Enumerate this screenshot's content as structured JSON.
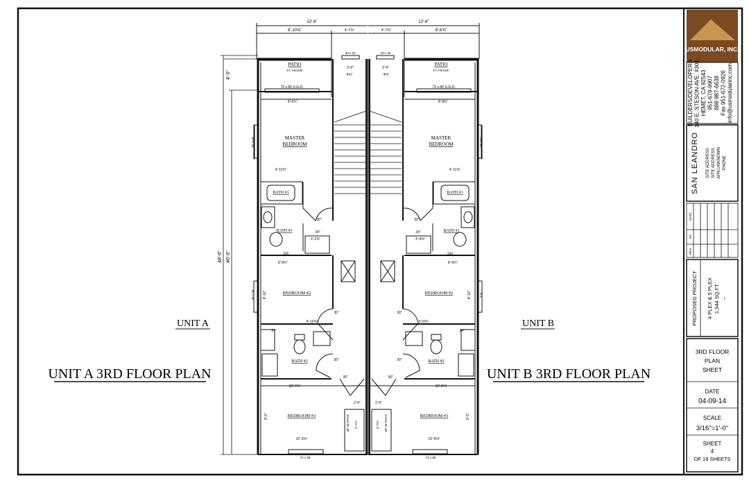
{
  "sheet": {
    "unit_a_label": "UNIT A",
    "unit_a_title": "UNIT A 3RD FLOOR PLAN",
    "unit_b_label": "UNIT B",
    "unit_b_title": "UNIT B 3RD FLOOR PLAN",
    "overall_height_dim": "48'-0\"",
    "overall_height_dim_inner": "46'-0\"",
    "patio_depth_dim": "4'-0\""
  },
  "unit_a": {
    "overall_width": "13'-6\"",
    "dims": [
      "8'-10⅝\"",
      "4'-7⅜\"",
      "72 x 80 S.G.D.",
      "8'-6¾\"",
      "4'-11⅜\"",
      "3'-2⅜\"",
      "8'-8¾\"",
      "8'-10\"",
      "4'-10⅝\"",
      "12'-7⅜\"",
      "8'-6\"",
      "10'-3⅜\"",
      "72 x 58",
      "2'-0\"",
      "48\" BI-PASS",
      "4'-7⅜\"",
      "30 x 40",
      "3'-9\"",
      "4⅝\"",
      "36 x 58",
      "36 x 58",
      "30\"",
      "30\"",
      "30\"",
      "30\"",
      "24\"",
      "24\"",
      "2x6"
    ],
    "rooms": [
      "PATIO",
      "P.T. FRAME",
      "MASTER BEDROOM",
      "BATH #1",
      "BATH #1",
      "BEDROOM #2",
      "BATH #2",
      "BEDROOM #3"
    ]
  },
  "unit_b": {
    "overall_width": "13'-6\"",
    "dims": [
      "8'-6⅝\"",
      "4'-7⅜\"",
      "72 x 80 S.G.D.",
      "8'-8¾\"",
      "4'-11⅜\"",
      "3'-4⅜\"",
      "8'-8¾\"",
      "8'-10\"",
      "5'-0⅜\"",
      "12'-9⅜\"",
      "8'-6\"",
      "10'-5⅜\"",
      "72 x 58",
      "2'-0\"",
      "48\" BI-PASS",
      "4'-7⅜\"",
      "30 x 40",
      "3'-9\"",
      "4⅝\"",
      "10'-2⅜\"",
      "3'-6\"",
      "30\"",
      "30\"",
      "30\"",
      "30\"",
      "24\"",
      "24\"",
      "2x6"
    ],
    "rooms": [
      "PATIO",
      "P.T. FRAME",
      "MASTER BEDROOM",
      "BATH #1",
      "BATH #1",
      "BEDROOM #2",
      "BATH #2",
      "BEDROOM #3"
    ]
  },
  "title_block": {
    "company_logo": "USMODULAR, INC.",
    "builder_lines": [
      "BUILDERS/DEVELOPERS",
      "140 E. STESON AVE. #301,",
      "HEMET, CA 92543",
      "951-679-9907",
      "888-987-6638",
      "Fax 951-672-0926",
      "info@usmodularinc.com"
    ],
    "project_name": "SAN LEANDRO",
    "site_lines": [
      "SITE ADDRESS",
      "SITE ADDRESS",
      "APN:UNKNOWN",
      "PHONE"
    ],
    "rev_headers": [
      "REV.",
      "BY",
      "DATE"
    ],
    "proposed_label": "PROPOSED PROJECT",
    "proposed_lines": [
      "4 PLEX & 5 PLEX",
      "1,944 SQ.FT.",
      "–"
    ],
    "sheet_title": [
      "3RD FLOOR",
      "PLAN",
      "SHEET"
    ],
    "date_label": "DATE",
    "date_value": "04-09-14",
    "scale_label": "SCALE",
    "scale_value": "3/16\"=1'-0\"",
    "sheet_label": "SHEET",
    "sheet_number": "4",
    "sheet_total": "OF 18 SHEETS"
  },
  "colors": {
    "line": "#111111",
    "logo_bg": "#7a4a22",
    "logo_text": "#ffffff"
  }
}
